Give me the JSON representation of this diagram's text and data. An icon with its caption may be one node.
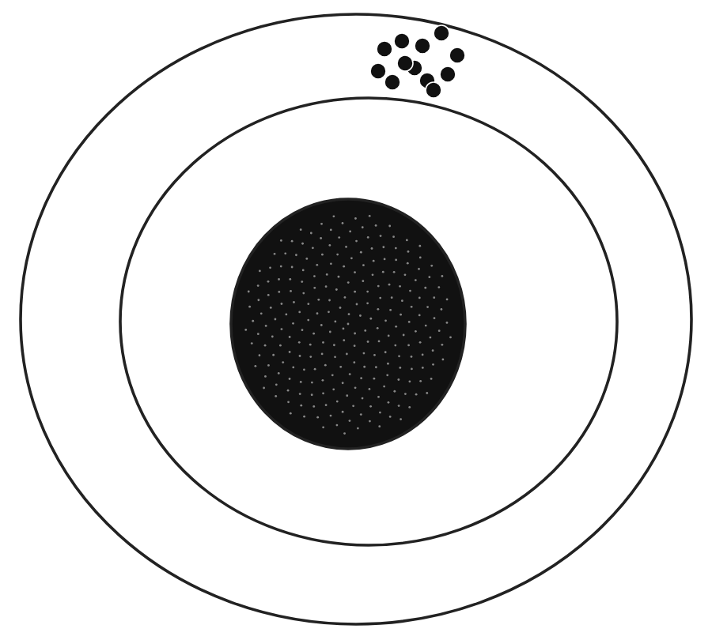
{
  "diagram": {
    "nodes": [
      {
        "text": [],
        "shape": "circle"
      },
      {
        "text": [],
        "shape": "circle",
        "in": 0
      },
      {
        "text": [],
        "shape": "circle",
        "in": 1
      }
    ]
  }
}
